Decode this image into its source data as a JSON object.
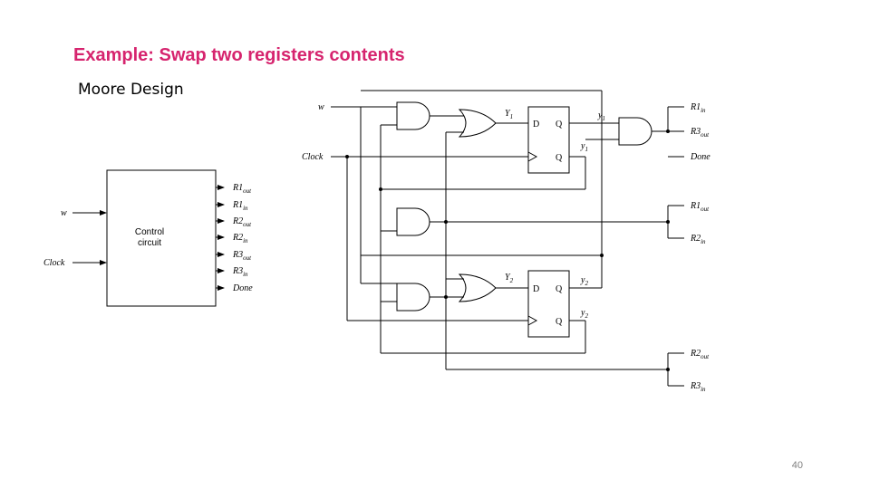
{
  "slide": {
    "title": "Example: Swap two registers contents",
    "subtitle": "Moore Design",
    "page_number": "40"
  },
  "block": {
    "line1": "Control",
    "line2": "circuit",
    "input_w": "w",
    "input_clock": "Clock",
    "outputs": [
      "R1out",
      "R1in",
      "R2out",
      "R2in",
      "R3out",
      "R3in",
      "Done"
    ]
  },
  "circuit": {
    "input_w": "w",
    "input_clock": "Clock",
    "ff1": {
      "d": "D",
      "q": "Q",
      "qbar": "Q",
      "Y": "Y1",
      "y": "y1",
      "ybar": "y1"
    },
    "ff2": {
      "d": "D",
      "q": "Q",
      "qbar": "Q",
      "Y": "Y2",
      "y": "y2",
      "ybar": "y2"
    },
    "outputs": [
      "R1in",
      "R3out",
      "Done",
      "R1out",
      "R2in",
      "R2out",
      "R3in"
    ]
  }
}
